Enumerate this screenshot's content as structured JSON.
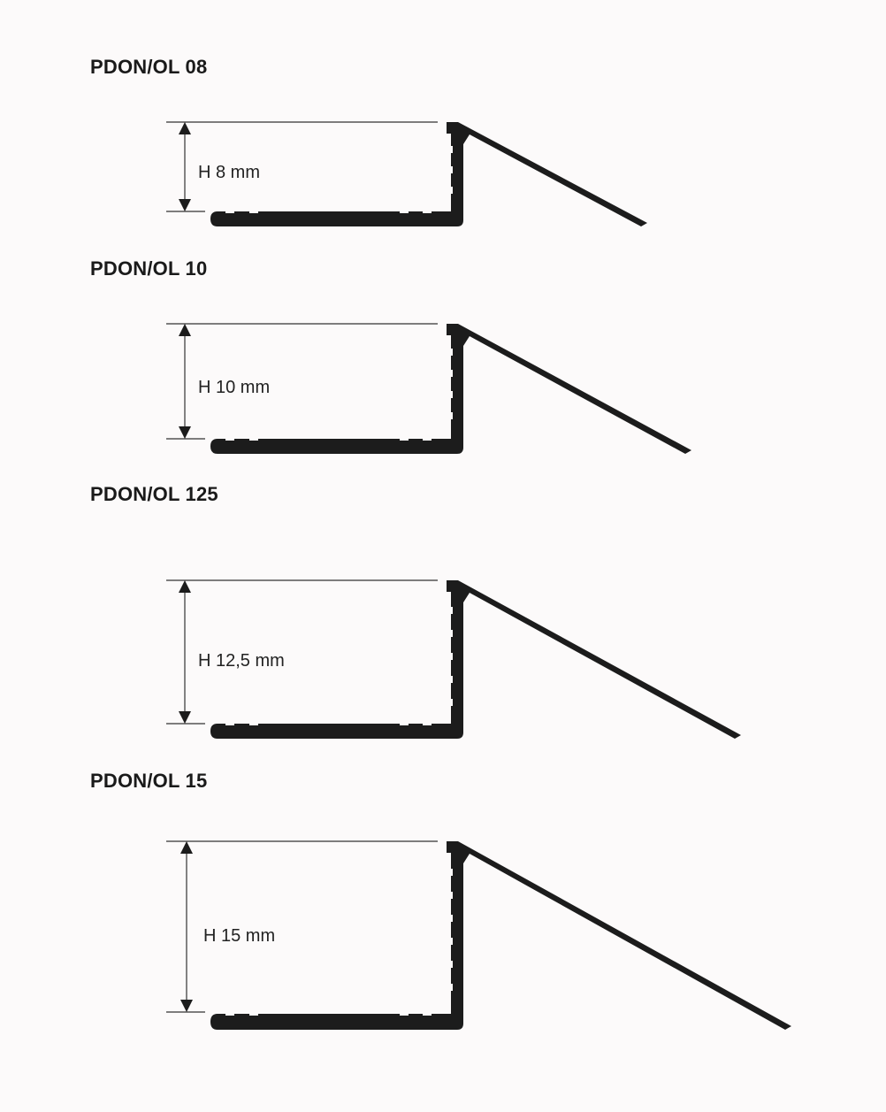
{
  "profiles": [
    {
      "title": "PDON/OL 08",
      "height_label": "H 8 mm"
    },
    {
      "title": "PDON/OL 10",
      "height_label": "H 10 mm"
    },
    {
      "title": "PDON/OL 125",
      "height_label": "H 12,5 mm"
    },
    {
      "title": "PDON/OL 15",
      "height_label": "H 15 mm"
    }
  ],
  "colors": {
    "background": "#fcfafa",
    "profile_fill": "#1c1c1c",
    "dimension_line": "#333333",
    "text": "#1a1a1a"
  }
}
